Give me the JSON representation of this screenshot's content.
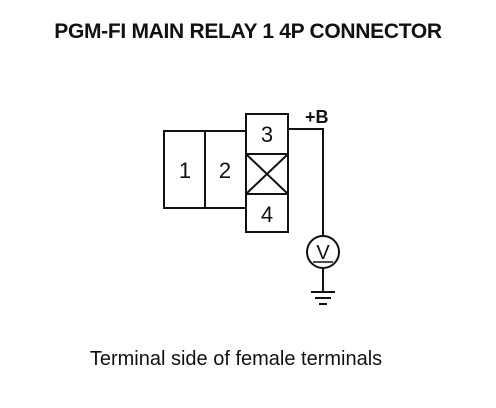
{
  "title": "PGM-FI MAIN RELAY 1 4P CONNECTOR",
  "caption": "Terminal side of female terminals",
  "connector": {
    "terminals": [
      {
        "id": "1",
        "label": "1",
        "status": "used"
      },
      {
        "id": "2",
        "label": "2",
        "status": "used"
      },
      {
        "id": "3",
        "label": "3",
        "status": "used"
      },
      {
        "id": "4",
        "label": "4",
        "status": "used"
      }
    ],
    "unused_cavity_icon": "x-cross-icon"
  },
  "probe": {
    "supply_label": "+B",
    "meter_symbol": "V",
    "meter_icon": "voltmeter-icon",
    "ground_icon": "ground-icon"
  },
  "colors": {
    "ink": "#111111",
    "background": "#ffffff"
  }
}
